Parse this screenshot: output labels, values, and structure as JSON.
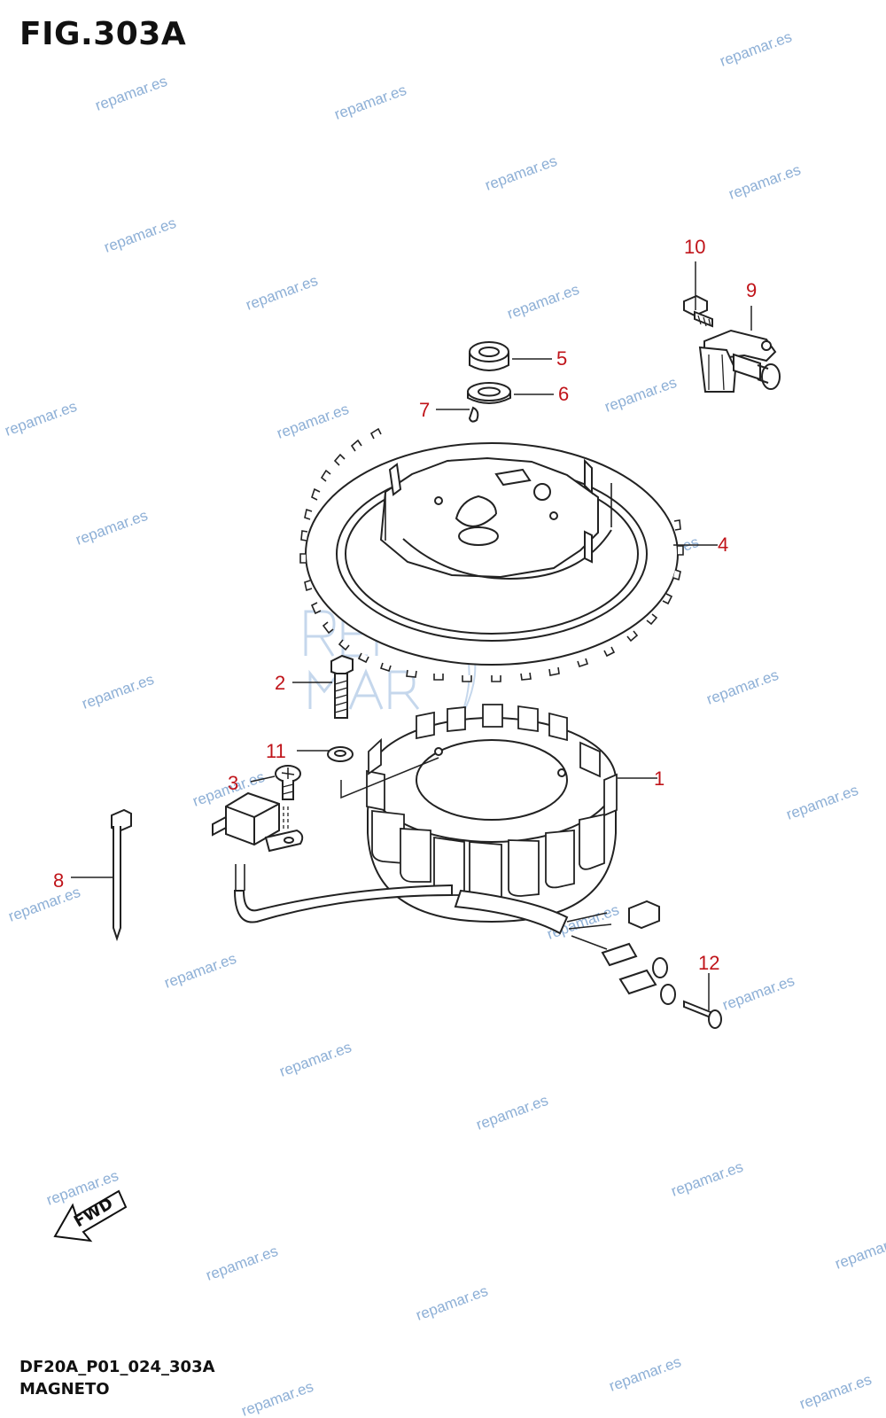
{
  "figure": {
    "title": "FIG.303A",
    "code": "DF20A_P01_024_303A",
    "name": "MAGNETO",
    "fwd_label": "FWD"
  },
  "callouts": [
    "1",
    "2",
    "3",
    "4",
    "5",
    "6",
    "7",
    "8",
    "9",
    "10",
    "11",
    "12"
  ],
  "watermark": "repamar.es",
  "colors": {
    "callout": "#c0141a",
    "linework": "#222222",
    "watermark": "#7aa2cf"
  }
}
